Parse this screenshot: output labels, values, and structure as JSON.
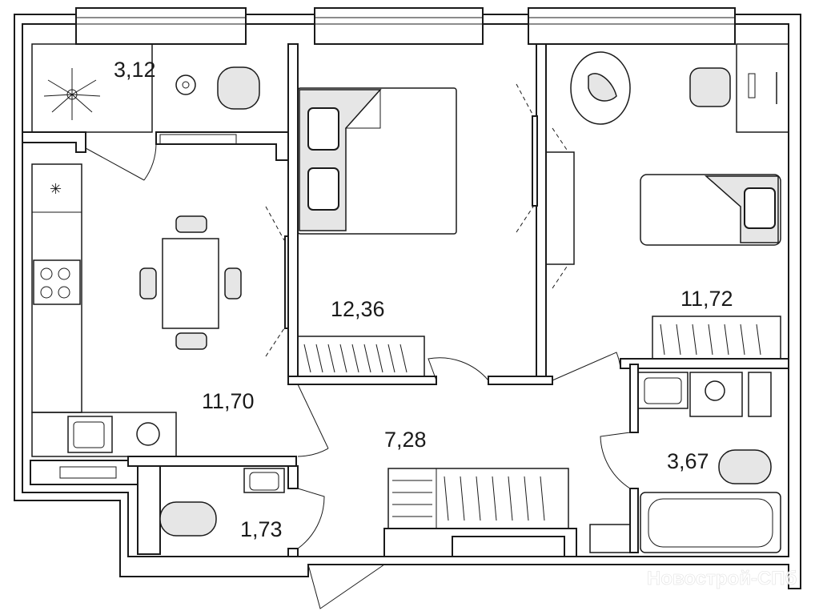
{
  "rooms": [
    {
      "name": "balcony",
      "area": "3,12"
    },
    {
      "name": "kitchen",
      "area": "11,70"
    },
    {
      "name": "bedroom",
      "area": "12,36"
    },
    {
      "name": "bedroom-2",
      "area": "11,72"
    },
    {
      "name": "hallway",
      "area": "7,28"
    },
    {
      "name": "toilet",
      "area": "1,73"
    },
    {
      "name": "bathroom",
      "area": "3,67"
    }
  ],
  "watermark": "Новострой-СПб"
}
